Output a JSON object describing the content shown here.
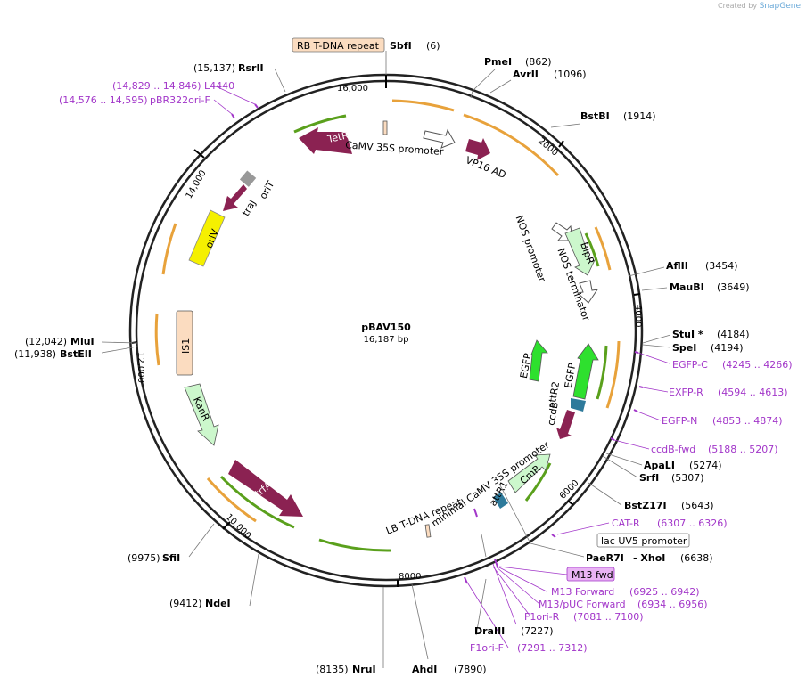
{
  "brand": {
    "created_by": "Created by",
    "app": "SnapGene"
  },
  "plasmid": {
    "name": "pBAV150",
    "size": "16,187 bp"
  },
  "ticks": {
    "t16000": "16,000",
    "t14000": "14,000",
    "t12000": "12,000",
    "t10000": "10,000",
    "t8000": "8000",
    "t6000": "6000",
    "t4000": "4000",
    "t2000": "2000"
  },
  "feature_labels": {
    "rb_tdna": "RB T-DNA repeat",
    "tetr": "TetR",
    "camv35s": "CaMV 35S promoter",
    "vp16": "VP16 AD",
    "orit": "oriT",
    "traj": "traJ",
    "oriv": "oriV",
    "nos_promoter": "NOS promoter",
    "blpr": "BlpR",
    "nos_terminator": "NOS terminator",
    "is1": "IS1",
    "egfp1": "EGFP",
    "egfp2": "EGFP",
    "attr2": "attR2",
    "ccdb": "ccdB",
    "kanr": "KanR",
    "min_camv": "minimal CaMV 35S promoter",
    "attr1": "attR1",
    "cmr": "CmR",
    "trfa": "trfA",
    "lb_tdna": "LB T-DNA repeat"
  },
  "sites": {
    "sbfi": {
      "name": "SbfI",
      "pos": "(6)"
    },
    "pmei": {
      "name": "PmeI",
      "pos": "(862)"
    },
    "avrii": {
      "name": "AvrII",
      "pos": "(1096)"
    },
    "bstbi": {
      "name": "BstBI",
      "pos": "(1914)"
    },
    "aflii": {
      "name": "AflII",
      "pos": "(3454)"
    },
    "maubi": {
      "name": "MauBI",
      "pos": "(3649)"
    },
    "stui": {
      "name": "StuI *",
      "pos": "(4184)"
    },
    "spei": {
      "name": "SpeI",
      "pos": "(4194)"
    },
    "apali": {
      "name": "ApaLI",
      "pos": "(5274)"
    },
    "srfi": {
      "name": "SrfI",
      "pos": "(5307)"
    },
    "bstz17i": {
      "name": "BstZ17I",
      "pos": "(5643)"
    },
    "paer7i": {
      "name": "PaeR7I",
      "sep": "- XhoI",
      "pos": "(6638)"
    },
    "draiii": {
      "name": "DraIII",
      "pos": "(7227)"
    },
    "ahdi": {
      "name": "AhdI",
      "pos": "(7890)"
    },
    "nrui": {
      "name": "NruI",
      "pos": "(8135)"
    },
    "ndei": {
      "name": "NdeI",
      "pos": "(9412)"
    },
    "sfii": {
      "name": "SfiI",
      "pos": "(9975)"
    },
    "bsteii": {
      "name": "BstEII",
      "pos": "(11,938)"
    },
    "mlui": {
      "name": "MluI",
      "pos": "(12,042)"
    },
    "rsrii": {
      "name": "RsrII",
      "pos": "(15,137)"
    }
  },
  "primers": {
    "egfp_c": {
      "name": "EGFP-C",
      "pos": "(4245 .. 4266)"
    },
    "exfp_r": {
      "name": "EXFP-R",
      "pos": "(4594 .. 4613)"
    },
    "egfp_n": {
      "name": "EGFP-N",
      "pos": "(4853 .. 4874)"
    },
    "ccdb_fwd": {
      "name": "ccdB-fwd",
      "pos": "(5188 .. 5207)"
    },
    "cat_r": {
      "name": "CAT-R",
      "pos": "(6307 .. 6326)"
    },
    "m13_forward": {
      "name": "M13 Forward",
      "pos": "(6925 .. 6942)"
    },
    "m13_puc": {
      "name": "M13/pUC Forward",
      "pos": "(6934 .. 6956)"
    },
    "f1ori_r": {
      "name": "F1ori-R",
      "pos": "(7081 .. 7100)"
    },
    "f1ori_f": {
      "name": "F1ori-F",
      "pos": "(7291 .. 7312)"
    },
    "l4440": {
      "name": "L4440",
      "pos": "(14,829 .. 14,846)"
    },
    "pbr322": {
      "name": "pBR322ori-F",
      "pos": "(14,576 .. 14,595)"
    }
  },
  "boxed": {
    "lac_uv5": "lac UV5 promoter",
    "m13_fwd": "M13 fwd"
  },
  "colors": {
    "backbone": "#222222",
    "orf_dark": "#8b2252",
    "orf_green": "#2ee02e",
    "orf_yellow": "#f5f000",
    "light_green": "#ccf7cc",
    "peach": "#fbdcc0",
    "orange_arc": "#e8a23b",
    "green_arc": "#5aa01c",
    "primer": "#a236c9",
    "gray": "#999999"
  }
}
